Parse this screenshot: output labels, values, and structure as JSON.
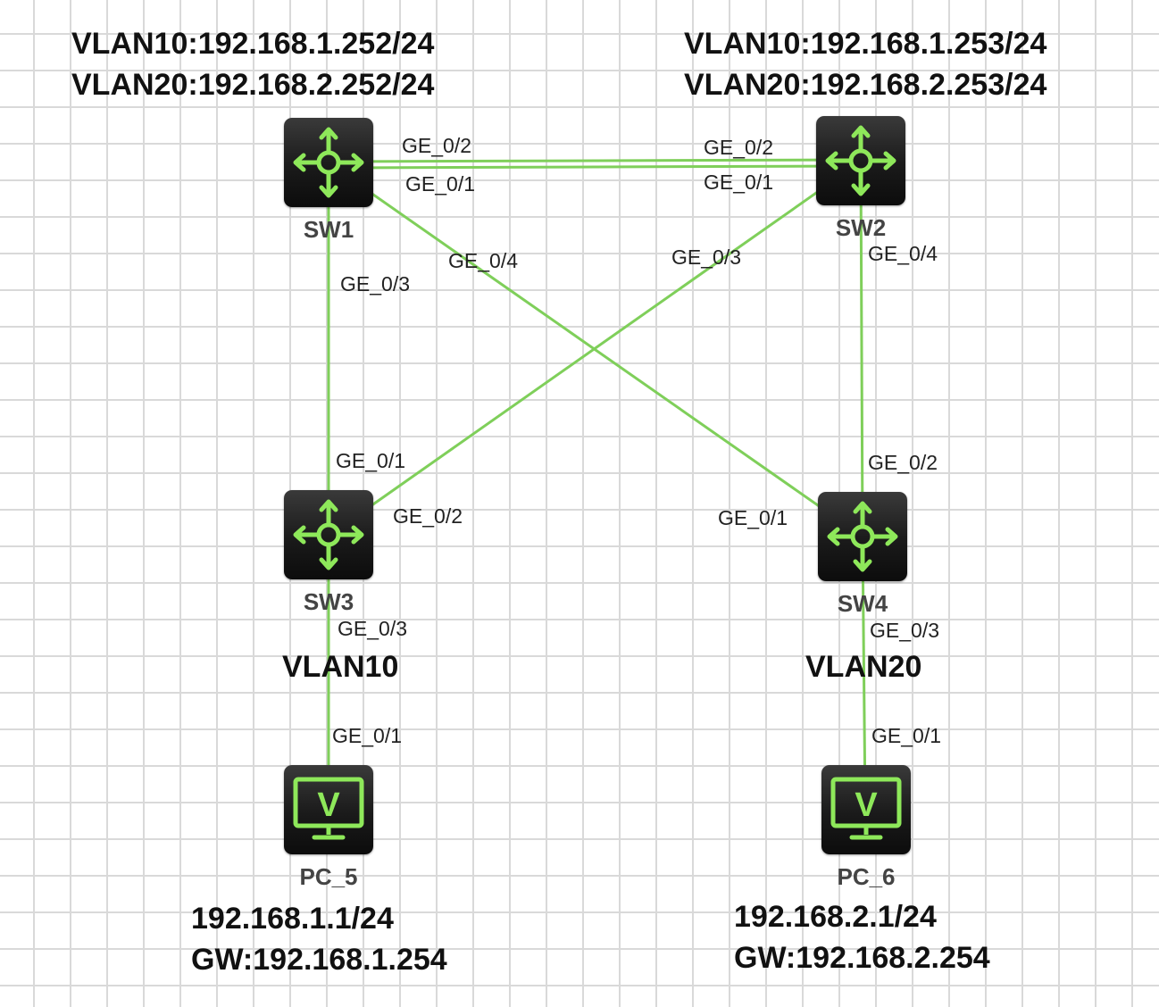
{
  "colors": {
    "link": "#7fcf5a",
    "icon": "#8ee85a",
    "device_bg": "#1b1b1b"
  },
  "top_left_labels": [
    "VLAN10:192.168.1.252/24",
    "VLAN20:192.168.2.252/24"
  ],
  "top_right_labels": [
    "VLAN10:192.168.1.253/24",
    "VLAN20:192.168.2.253/24"
  ],
  "devices": {
    "sw1": {
      "name": "SW1",
      "icon": "l3-switch-icon"
    },
    "sw2": {
      "name": "SW2",
      "icon": "l3-switch-icon"
    },
    "sw3": {
      "name": "SW3",
      "icon": "l3-switch-icon"
    },
    "sw4": {
      "name": "SW4",
      "icon": "l3-switch-icon"
    },
    "pc5": {
      "name": "PC_5",
      "icon": "vpc-monitor-icon",
      "icon_letter": "V"
    },
    "pc6": {
      "name": "PC_6",
      "icon": "vpc-monitor-icon",
      "icon_letter": "V"
    }
  },
  "links": [
    {
      "from": "SW1",
      "to": "SW2",
      "from_port": "GE_0/2",
      "to_port": "GE_0/2"
    },
    {
      "from": "SW1",
      "to": "SW2",
      "from_port": "GE_0/1",
      "to_port": "GE_0/1"
    },
    {
      "from": "SW1",
      "to": "SW3",
      "from_port": "GE_0/3",
      "to_port": "GE_0/1"
    },
    {
      "from": "SW1",
      "to": "SW4",
      "from_port": "GE_0/4",
      "to_port": "GE_0/1"
    },
    {
      "from": "SW2",
      "to": "SW3",
      "from_port": "GE_0/3",
      "to_port": "GE_0/2"
    },
    {
      "from": "SW2",
      "to": "SW4",
      "from_port": "GE_0/4",
      "to_port": "GE_0/2"
    },
    {
      "from": "SW3",
      "to": "PC_5",
      "from_port": "GE_0/3",
      "to_port": "GE_0/1"
    },
    {
      "from": "SW4",
      "to": "PC_6",
      "from_port": "GE_0/3",
      "to_port": "GE_0/1"
    }
  ],
  "vlan_labels": {
    "left": "VLAN10",
    "right": "VLAN20"
  },
  "pc5_info": [
    "192.168.1.1/24",
    "GW:192.168.1.254"
  ],
  "pc6_info": [
    "192.168.2.1/24",
    "GW:192.168.2.254"
  ]
}
